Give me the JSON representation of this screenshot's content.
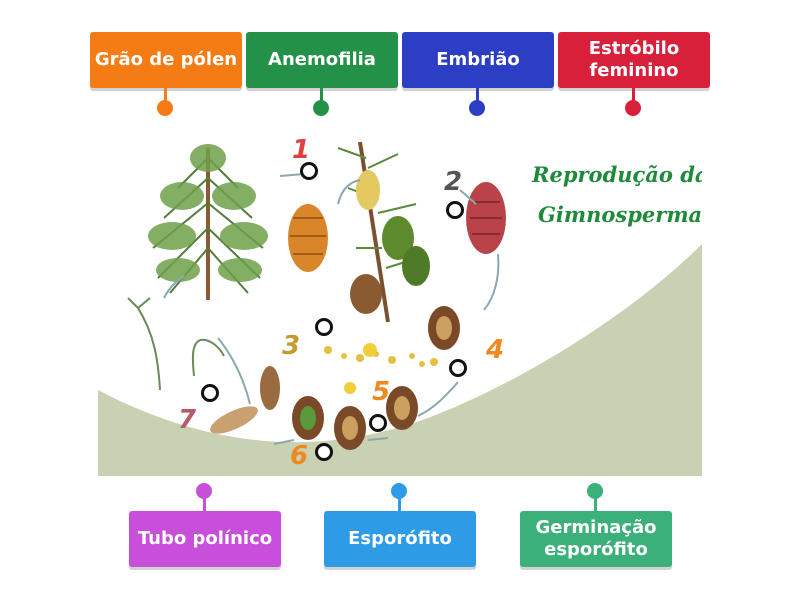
{
  "top_labels": [
    {
      "text": "Grão de pólen",
      "color": "#f57c14"
    },
    {
      "text": "Anemofilia",
      "color": "#239147"
    },
    {
      "text": "Embrião",
      "color": "#2b3ec4"
    },
    {
      "text": "Estróbilo\nfeminino",
      "color": "#d9203a"
    }
  ],
  "bottom_labels": [
    {
      "text": "Tubo polínico",
      "color": "#c74fd9"
    },
    {
      "text": "Esporófito",
      "color": "#2e9be6"
    },
    {
      "text": "Germinação\nesporófito",
      "color": "#3bb07a"
    }
  ],
  "diagram": {
    "title_line1": "Reprodução das",
    "title_line2": "Gimnospermas",
    "step_numbers": [
      "1",
      "2",
      "3",
      "4",
      "5",
      "6",
      "7"
    ],
    "title_color": "#1e8a3a",
    "ground_color": "#c9d1b3"
  }
}
